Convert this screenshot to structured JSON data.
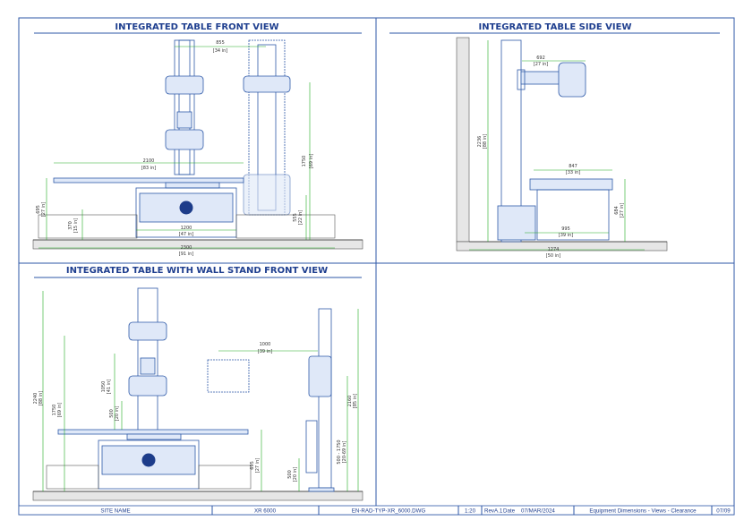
{
  "panels": {
    "front": {
      "title": "INTEGRATED TABLE FRONT VIEW"
    },
    "side": {
      "title": "INTEGRATED TABLE SIDE VIEW"
    },
    "wall": {
      "title": "INTEGRATED TABLE WITH WALL STAND FRONT VIEW"
    }
  },
  "dims": {
    "front": [
      {
        "v": "855",
        "u": "[34 in]"
      },
      {
        "v": "2100",
        "u": "[83 in]"
      },
      {
        "v": "1750",
        "u": "[69 in]"
      },
      {
        "v": "695",
        "u": "[27 in]"
      },
      {
        "v": "370",
        "u": "[15 in]"
      },
      {
        "v": "555",
        "u": "[22 in]"
      },
      {
        "v": "1200",
        "u": "[47 in]"
      },
      {
        "v": "2300",
        "u": "[91 in]"
      }
    ],
    "side": [
      {
        "v": "692",
        "u": "[27 in]"
      },
      {
        "v": "2236",
        "u": "[88 in]"
      },
      {
        "v": "847",
        "u": "[33 in]"
      },
      {
        "v": "684",
        "u": "[27 in]"
      },
      {
        "v": "995",
        "u": "[39 in]"
      },
      {
        "v": "1274",
        "u": "[50 in]"
      }
    ],
    "wall": [
      {
        "v": "1000",
        "u": "[39 in]"
      },
      {
        "v": "2240",
        "u": "[88 in]"
      },
      {
        "v": "1750",
        "u": "[69 in]"
      },
      {
        "v": "1050",
        "u": "[41 in]"
      },
      {
        "v": "500",
        "u": "[20 in]"
      },
      {
        "v": "695",
        "u": "[27 in]"
      },
      {
        "v": "2160",
        "u": "[85 in]"
      },
      {
        "v": "500 - 1750",
        "u": "[20-69 in]"
      },
      {
        "v": "500",
        "u": "[20 in]"
      }
    ]
  },
  "titleblock": {
    "site": "SITE NAME",
    "model": "XR 6000",
    "file": "EN-RAD-TYP-XR_6000.DWG",
    "scale": "1:20",
    "rev": "RevA.1",
    "date": "Date",
    "date_value": "07/MAR/2024",
    "desc": "Equipment Dimensions - Views - Clearance",
    "sheet": "07/09"
  }
}
